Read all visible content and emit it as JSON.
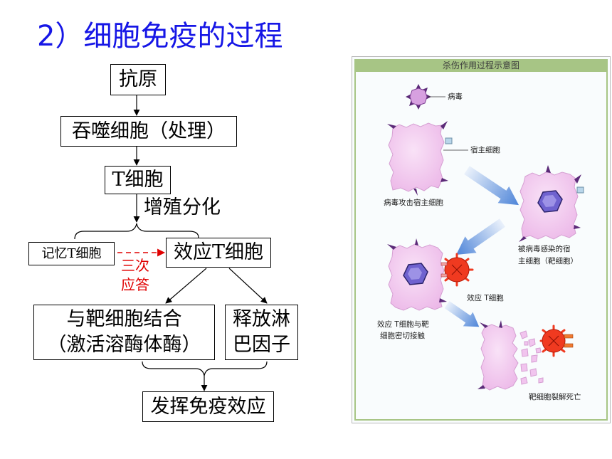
{
  "title": "2）细胞免疫的过程",
  "flowchart": {
    "antigen": "抗原",
    "phagocyte": "吞噬细胞（处理）",
    "t_cell": "T细胞",
    "proliferation_label": "增殖分化",
    "memory_t_cell": "记忆T细胞",
    "effector_t_cell": "效应T细胞",
    "secondary_response": [
      "三次",
      "应答"
    ],
    "bind_target": [
      "与靶细胞结合",
      "（激活溶酶体酶）"
    ],
    "release_lymphokine": [
      "释放淋",
      "巴因子"
    ],
    "immune_effect": "发挥免疫效应"
  },
  "illustration": {
    "header": "杀伤作用过程示意图",
    "labels": {
      "virus": "病毒",
      "host_cell": "宿主细胞",
      "virus_attacks": "病毒攻击宿主细胞",
      "infected_cell": [
        "被病毒感染的宿",
        "主细胞（靶细胞）"
      ],
      "effector_t_cell": "效应 T细胞",
      "contact": [
        "效应 T细胞与靶",
        "细胞密切接触"
      ],
      "lysis": "靶细胞裂解死亡"
    }
  },
  "colors": {
    "title": "#1616e6",
    "response": "#e00000",
    "cell_pink": "#f1c4ee",
    "virus_purple": "#6f62cf",
    "t_cell_red": "#f03a20",
    "arrow_blue": "#4d84d8",
    "header_green": "#a7c585"
  }
}
